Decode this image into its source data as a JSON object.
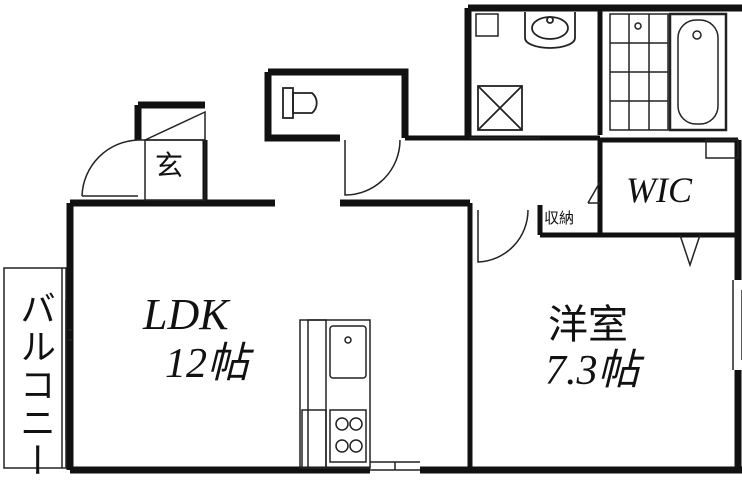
{
  "floorplan": {
    "rooms": {
      "ldk": {
        "name": "LDK",
        "size": "12帖"
      },
      "western": {
        "name": "洋室",
        "size": "7.3帖"
      },
      "wic": {
        "name": "WIC"
      },
      "storage": {
        "name": "収納"
      },
      "entrance": {
        "name": "玄"
      },
      "balcony": {
        "name": "バルコニー"
      }
    },
    "fixtures": [
      "toilet-icon",
      "washbasin-icon",
      "washing-machine-pan-icon",
      "bathtub-icon",
      "kitchen-sink-icon",
      "stove-icon"
    ],
    "colors": {
      "wall": "#111111",
      "line": "#222222",
      "background": "#ffffff"
    }
  }
}
